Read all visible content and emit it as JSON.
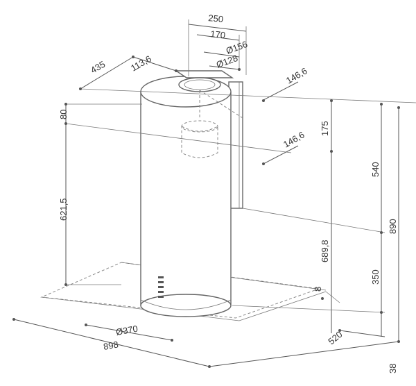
{
  "dimensions": {
    "top_width": "250",
    "top_inner": "170",
    "outlet_outer": "Ø156",
    "outlet_inner": "Ø128",
    "depth": "435",
    "offset_small": "113,6",
    "right_offset_top": "146,6",
    "right_offset_mid": "146,6",
    "left_top": "80",
    "left_height": "621,5",
    "chimney_height": "175",
    "height_540": "540",
    "height_890": "890",
    "height_689": "689,8",
    "height_350": "350",
    "thickness_8": "8",
    "diameter": "Ø370",
    "width_898": "898",
    "depth_520": "520",
    "bottom_38": "38"
  }
}
